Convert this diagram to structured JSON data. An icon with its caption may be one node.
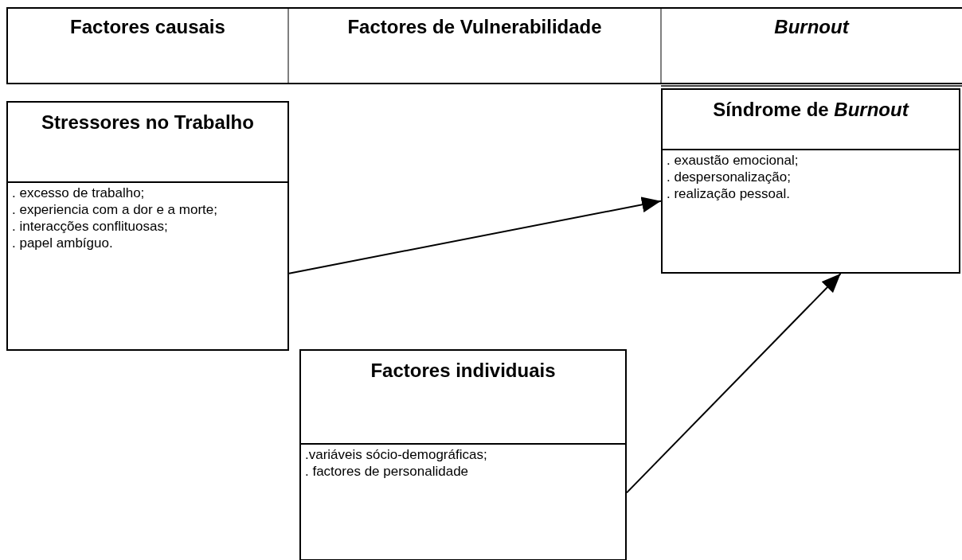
{
  "diagram": {
    "nodes": [
      {
        "text": [
          "Stressores no Trabalho",
          ". excesso de trabalho;",
          ". experiencia com a dor e a morte;",
          ". interacções conflituosas;",
          ". papel ambíguo."
        ]
      },
      {
        "text": [
          "Síndrome de *Burnout*",
          ". exaustão emocional;",
          ". despersonalização;",
          ". realização pessoal."
        ]
      },
      {
        "text": [
          "Factores individuais",
          ".variáveis sócio-demográficas;",
          ". factores de personalidade"
        ]
      }
    ],
    "edges": [
      {
        "from": 0,
        "to": 1,
        "arrow": "to"
      },
      {
        "from": 2,
        "to": 1,
        "arrow": "to"
      }
    ],
    "labels": [
      "Factores causais",
      "Factores de Vulnerabilidade",
      "Burnout"
    ]
  }
}
